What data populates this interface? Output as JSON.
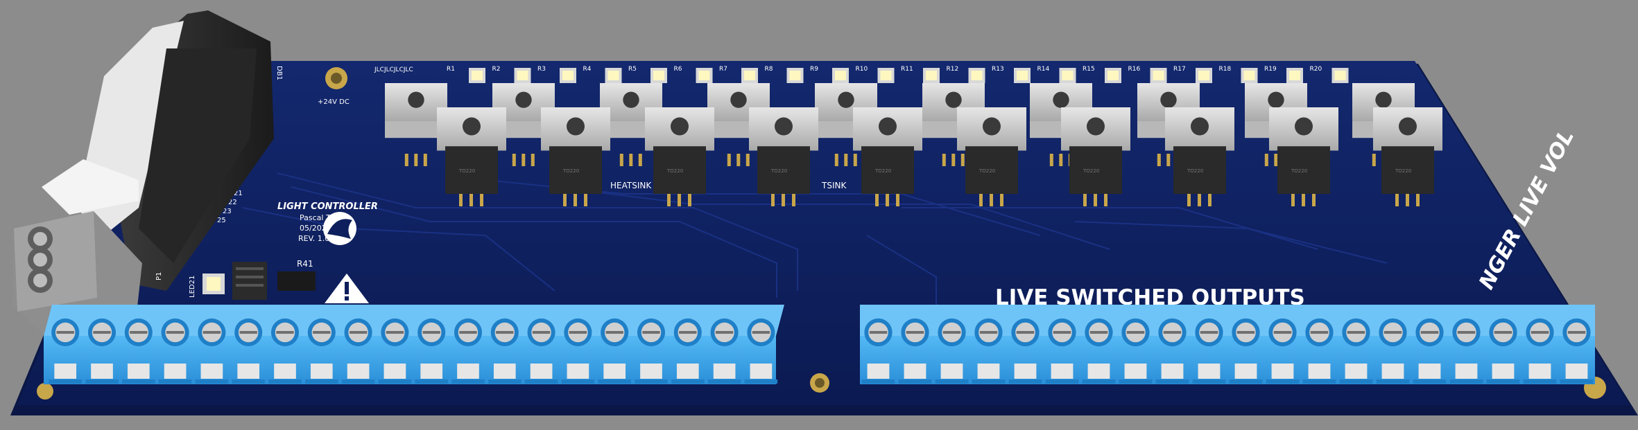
{
  "colors": {
    "background": "#8c8c8c",
    "pcb": "#0d1f5c",
    "pcb_edge": "#0a1746",
    "trace": "#1a2f7a",
    "terminal": "#3aa9f0",
    "terminal_dark": "#1f7fc7",
    "heatsink": "#c9c9c9",
    "mosfet": "#2a2a2a",
    "led": "#fff7c0",
    "silk": "#ffffff",
    "pad": "#c8a64a"
  },
  "board": {
    "title": "LIGHT CONTROLLER",
    "author": "Pascal T",
    "date": "05/2022",
    "revision": "REV. 1.0",
    "outputs_label": "LIVE SWITCHED OUTPUTS",
    "side_label": "NGER LIVE VOL",
    "supply_label": "+24V DC",
    "fab_label": "JLCJLCJLCJLC",
    "heatsink_label": "HEATSINK",
    "heatsink_label_2": "TSINK",
    "inductor_ref": "R41",
    "led_ref": "LED21",
    "connector_ref": "P1",
    "dsub_ref": "DB1"
  },
  "pin_labels": [
    "21",
    "22",
    "23",
    "25"
  ],
  "resistor_refs": [
    "R1",
    "R2",
    "R3",
    "R4",
    "R5",
    "R6",
    "R7",
    "R8",
    "R9",
    "R10",
    "R11",
    "R12",
    "R13",
    "R14",
    "R15",
    "R16",
    "R17",
    "R18",
    "R19",
    "R20"
  ],
  "mosfet_text": "TO220",
  "counts": {
    "top_heatsinks": 10,
    "front_heatsinks": 10,
    "terminal_left_positions": 20,
    "terminal_right_positions": 20
  }
}
